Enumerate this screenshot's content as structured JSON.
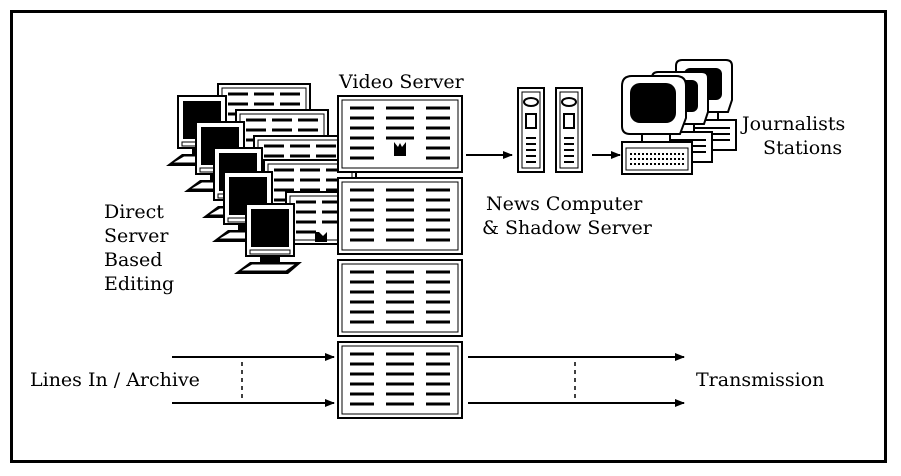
{
  "labels": {
    "video_server": "Video Server",
    "journalists": [
      "Journalists",
      "Stations"
    ],
    "news_computer": [
      "News Computer",
      "& Shadow Server"
    ],
    "editing": [
      "Direct",
      "Server",
      "Based",
      "Editing"
    ],
    "lines_in": "Lines In / Archive",
    "transmission": "Transmission"
  },
  "icons": {
    "editing_workstation": "monitor-with-server-icon",
    "video_server_unit": "server-rack-icon",
    "news_computer": "tower-server-icon",
    "journalist_station": "desktop-computer-icon"
  },
  "colors": {
    "line": "#000000",
    "background": "#ffffff"
  }
}
